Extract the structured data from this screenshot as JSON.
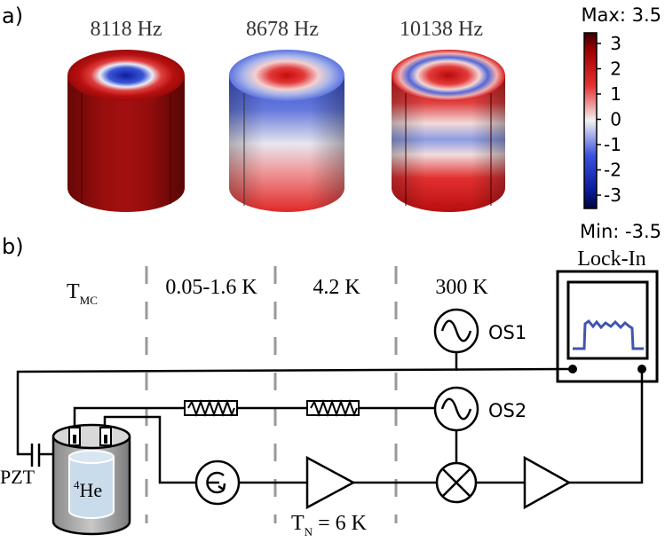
{
  "panel_a": {
    "label": "a)",
    "modes": [
      {
        "freq": "8118 Hz"
      },
      {
        "freq": "8678 Hz"
      },
      {
        "freq": "10138 Hz"
      }
    ],
    "colorbar": {
      "max_label": "Max: 3.5",
      "min_label": "Min: -3.5",
      "ticks": [
        "3",
        "2",
        "1",
        "0",
        "-1",
        "-2",
        "-3"
      ]
    }
  },
  "panel_b": {
    "label": "b)",
    "stage_mc": "T",
    "stage_mc_sub": "MC",
    "stage_1": "0.05-1.6 K",
    "stage_2": "4.2 K",
    "stage_3": "300 K",
    "lockin": "Lock-In",
    "os1": "OS1",
    "os2": "OS2",
    "pzt": "PZT",
    "he_sup": "4",
    "he": "He",
    "tn_main": "T",
    "tn_sub": "N",
    "tn_value": " = 6 K"
  },
  "colors": {
    "red": "#a61010",
    "blue": "#1a2fb5",
    "trace": "#3f55b0",
    "dash": "#999999"
  }
}
